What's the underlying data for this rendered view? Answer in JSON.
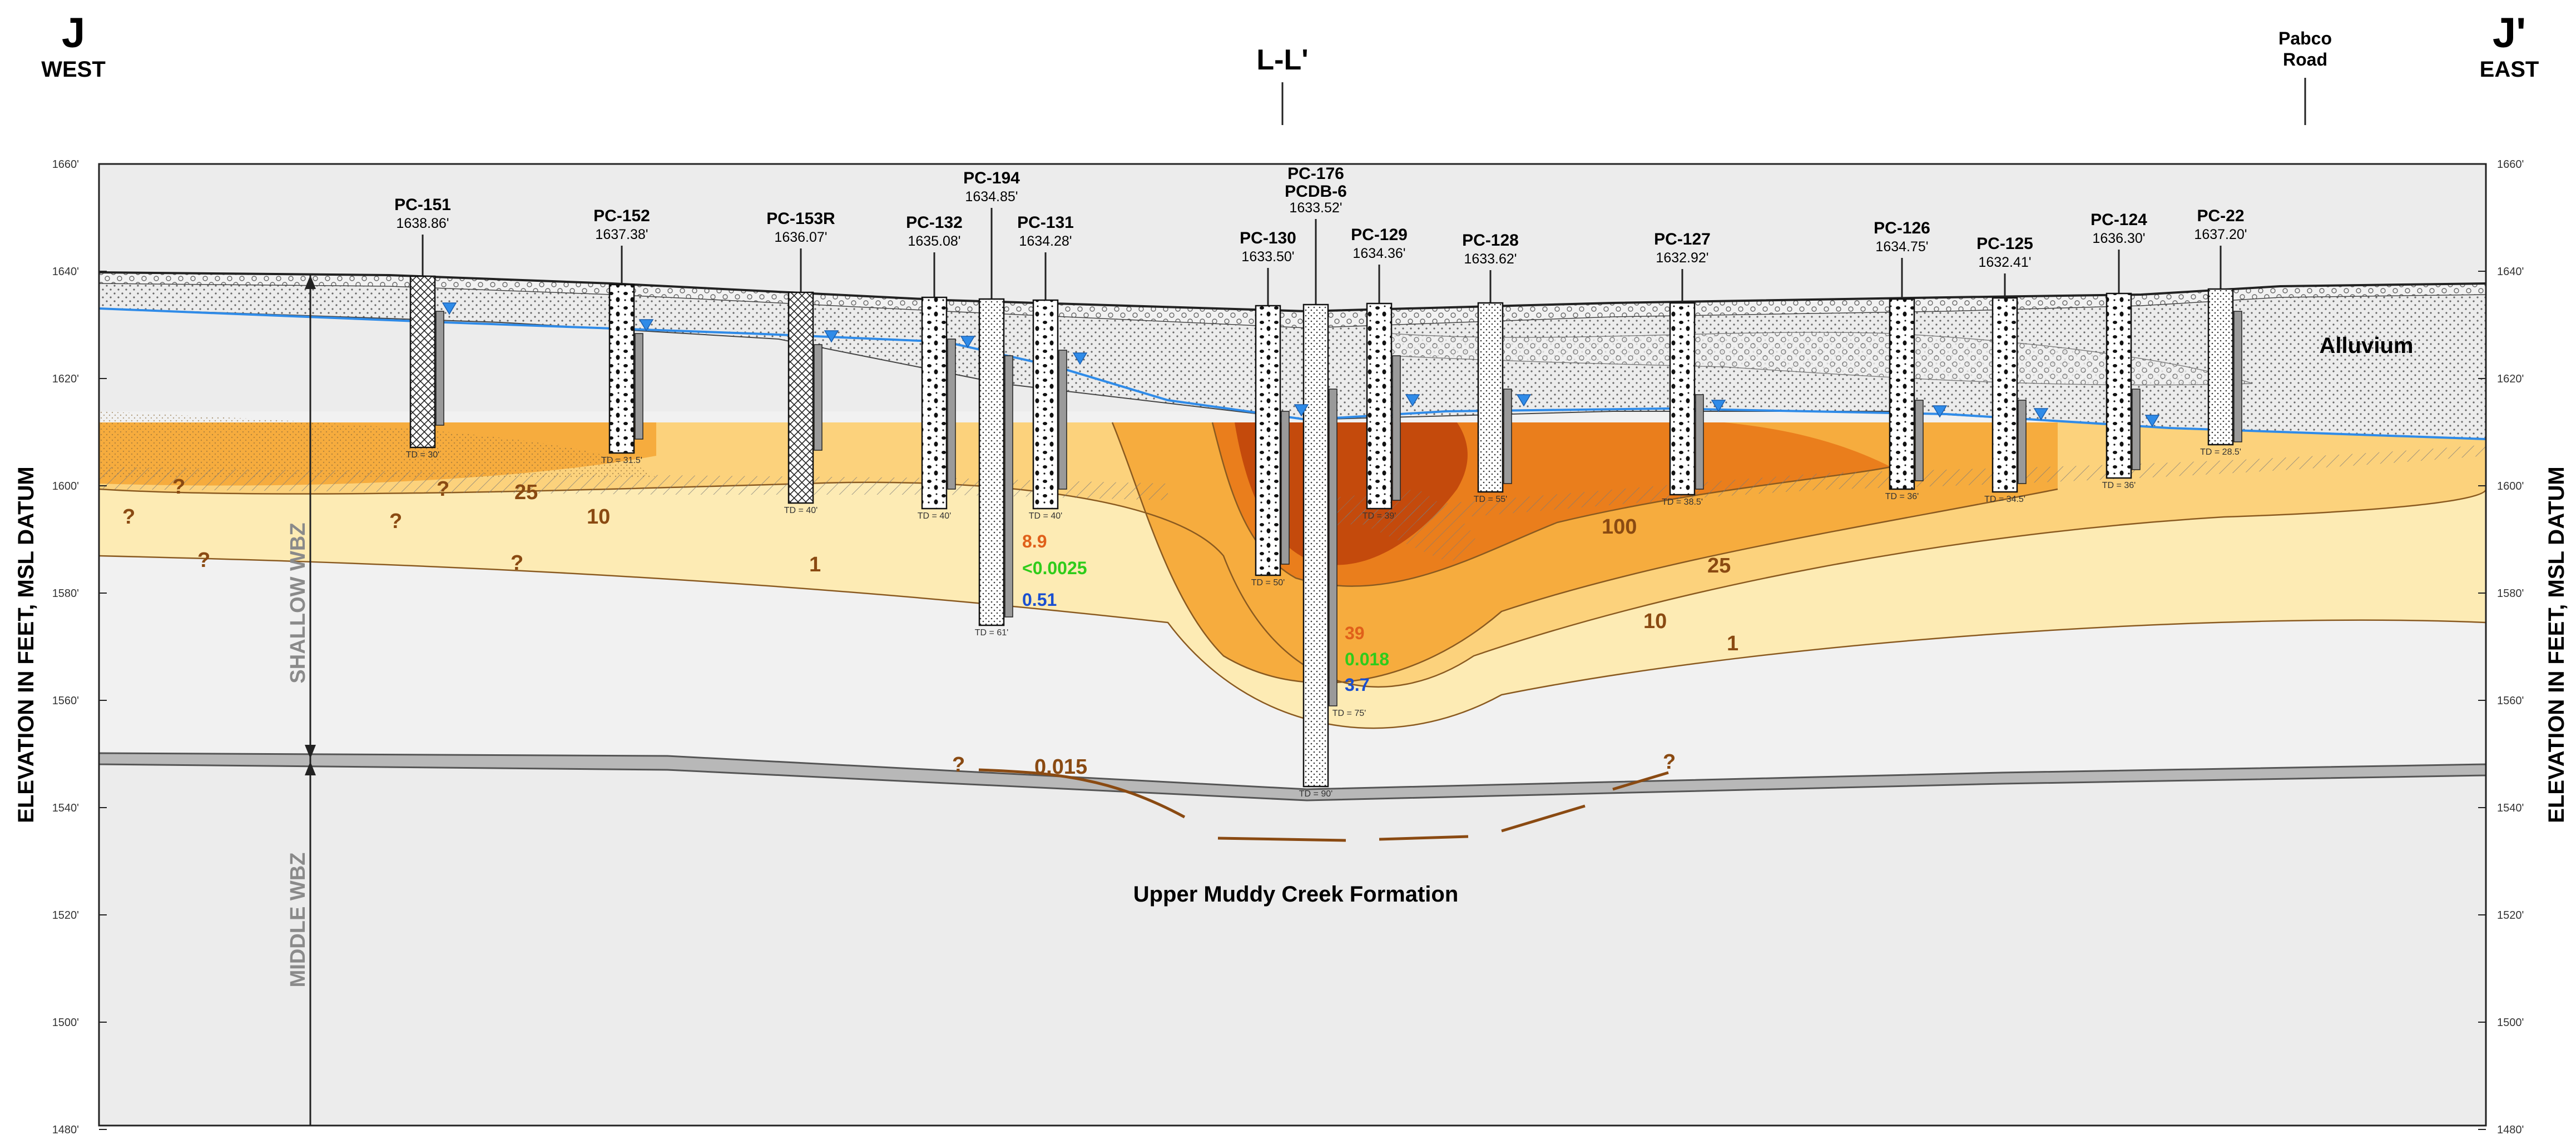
{
  "title_left": {
    "letter": "J",
    "direction": "WEST"
  },
  "title_right": {
    "letter": "J'",
    "direction": "EAST"
  },
  "center_label": "L-L'",
  "pabco_label": [
    "Pabco",
    "Road"
  ],
  "axis_label": "ELEVATION IN FEET, MSL DATUM",
  "elevation_ticks": [
    "1660'",
    "1640'",
    "1620'",
    "1600'",
    "1580'",
    "1560'",
    "1540'",
    "1520'",
    "1500'",
    "1480'"
  ],
  "alluvium_label": "Alluvium",
  "formation_label": "Upper Muddy Creek Formation",
  "wbz": {
    "shallow": "SHALLOW WBZ",
    "middle": "MIDDLE WBZ"
  },
  "wells": [
    {
      "name": "PC-151",
      "name2": "",
      "elev": "1638.86'",
      "td": "TD = 30'"
    },
    {
      "name": "PC-152",
      "name2": "",
      "elev": "1637.38'",
      "td": "TD = 31.5'"
    },
    {
      "name": "PC-153R",
      "name2": "",
      "elev": "1636.07'",
      "td": "TD = 40'"
    },
    {
      "name": "PC-132",
      "name2": "",
      "elev": "1635.08'",
      "td": "TD = 40'"
    },
    {
      "name": "PC-194",
      "name2": "",
      "elev": "1634.85'",
      "td": "TD = 61'"
    },
    {
      "name": "PC-131",
      "name2": "",
      "elev": "1634.28'",
      "td": "TD = 40'"
    },
    {
      "name": "PC-130",
      "name2": "",
      "elev": "1633.50'",
      "td": "TD = 50'"
    },
    {
      "name": "PC-176",
      "name2": "PCDB-6",
      "elev": "1633.52'",
      "td": "TD = 90'",
      "td2": "TD = 75'"
    },
    {
      "name": "PC-129",
      "name2": "",
      "elev": "1634.36'",
      "td": "TD = 39'"
    },
    {
      "name": "PC-128",
      "name2": "",
      "elev": "1633.62'",
      "td": "TD = 55'"
    },
    {
      "name": "PC-127",
      "name2": "",
      "elev": "1632.92'",
      "td": "TD = 38.5'"
    },
    {
      "name": "PC-126",
      "name2": "",
      "elev": "1634.75'",
      "td": "TD = 36'"
    },
    {
      "name": "PC-125",
      "name2": "",
      "elev": "1632.41'",
      "td": "TD = 34.5'"
    },
    {
      "name": "PC-124",
      "name2": "",
      "elev": "1636.30'",
      "td": "TD = 36'"
    },
    {
      "name": "PC-22",
      "name2": "",
      "elev": "1637.20'",
      "td": "TD = 28.5'"
    }
  ],
  "contour_labels": [
    "100",
    "25",
    "10",
    "1",
    "0.015",
    "?"
  ],
  "concentrations": {
    "pc194": [
      {
        "value": "8.9",
        "color": "#e0601a"
      },
      {
        "value": "<0.0025",
        "color": "#2ecc1a"
      },
      {
        "value": "0.51",
        "color": "#1a4fd0"
      }
    ],
    "pc176": [
      {
        "value": "39",
        "color": "#e0601a"
      },
      {
        "value": "0.018",
        "color": "#2ecc1a"
      },
      {
        "value": "3.7",
        "color": "#1a4fd0"
      }
    ]
  },
  "colors": {
    "plume_100": "#c44a0c",
    "plume_25": "#ea7e1c",
    "plume_10": "#f6ac3e",
    "plume_1": "#fcd27c",
    "plume_faint": "#fdebb4",
    "water_table": "#2f8be8",
    "middle_wbz": "#ececec",
    "alluvium": "#e4e4e4"
  }
}
